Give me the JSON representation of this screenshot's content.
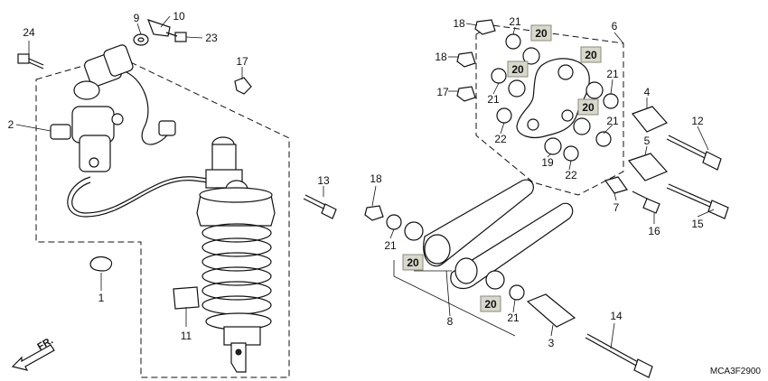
{
  "diagram": {
    "code": "MCA3F2900",
    "front_marker": "FR.",
    "callouts": {
      "p1": "1",
      "p2": "2",
      "p3": "3",
      "p4": "4",
      "p5": "5",
      "p6": "6",
      "p7": "7",
      "p8": "8",
      "p9": "9",
      "p10": "10",
      "p11": "11",
      "p12": "12",
      "p13": "13",
      "p14": "14",
      "p15": "15",
      "p16": "16",
      "p17a": "17",
      "p17b": "17",
      "p18a": "18",
      "p18b": "18",
      "p18c": "18",
      "p19": "19",
      "p21a": "21",
      "p21b": "21",
      "p21c": "21",
      "p21d": "21",
      "p21e": "21",
      "p21f": "21",
      "p22a": "22",
      "p22b": "22",
      "p23": "23",
      "p24": "24"
    },
    "boxed_callouts": {
      "b20a": "20",
      "b20b": "20",
      "b20c": "20",
      "b20d": "20",
      "b20e": "20",
      "b20f": "20"
    }
  },
  "colors": {
    "line": "#111111",
    "box_fill": "#d8d8cc",
    "box_stroke": "#8a8a7a",
    "background": "#ffffff"
  }
}
